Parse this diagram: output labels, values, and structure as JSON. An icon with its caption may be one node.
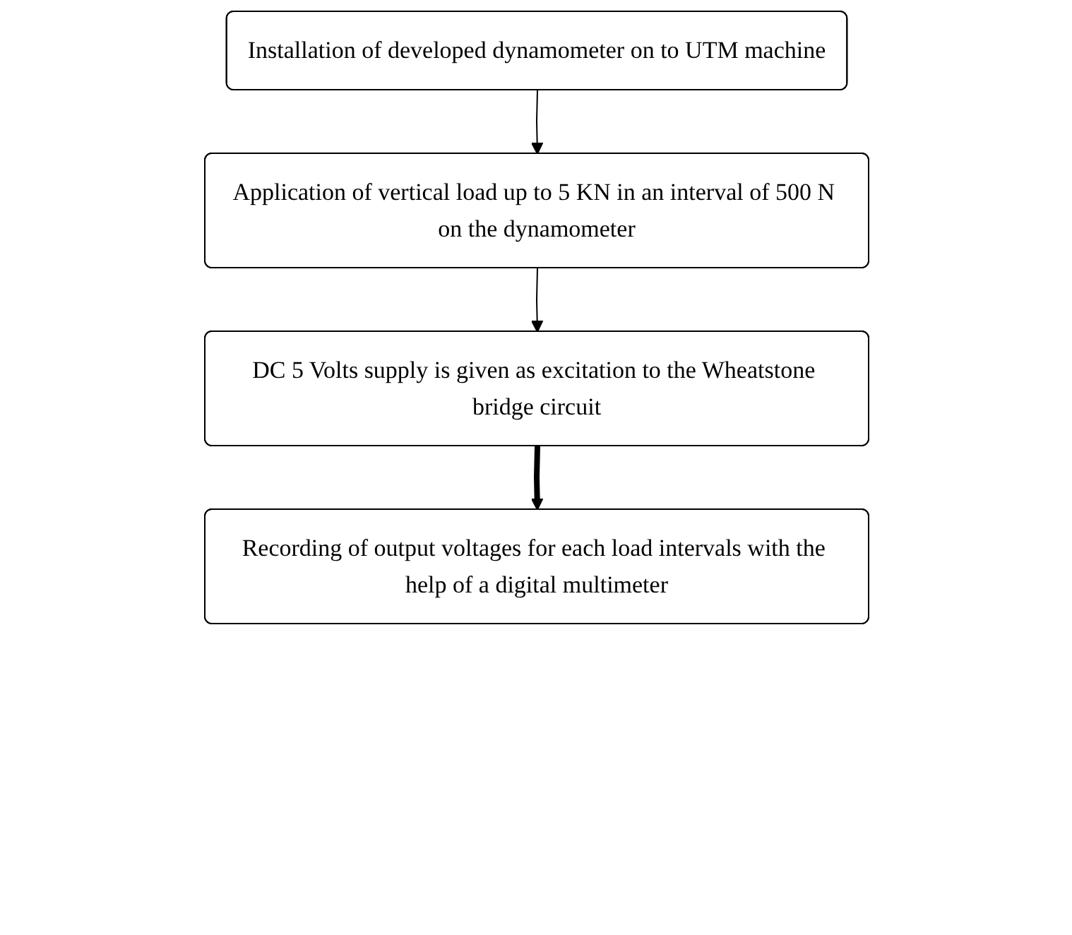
{
  "diagram": {
    "nodes": [
      {
        "text": [
          "Installation of developed dynamometer on to UTM machine"
        ]
      },
      {
        "text": [
          "Application of vertical load up to 5 KN in an interval of 500 N on the dynamometer"
        ]
      },
      {
        "text": [
          "DC 5 Volts supply is given as excitation to the Wheatstone bridge circuit"
        ]
      },
      {
        "text": [
          "Recording of output voltages for each load intervals with the help of a digital multimeter"
        ]
      }
    ],
    "edges": [
      {
        "from": 0,
        "to": 1,
        "arrow": "to"
      },
      {
        "from": 1,
        "to": 2,
        "arrow": "to"
      },
      {
        "from": 2,
        "to": 3,
        "arrow": "to",
        "style": "thick"
      }
    ]
  }
}
